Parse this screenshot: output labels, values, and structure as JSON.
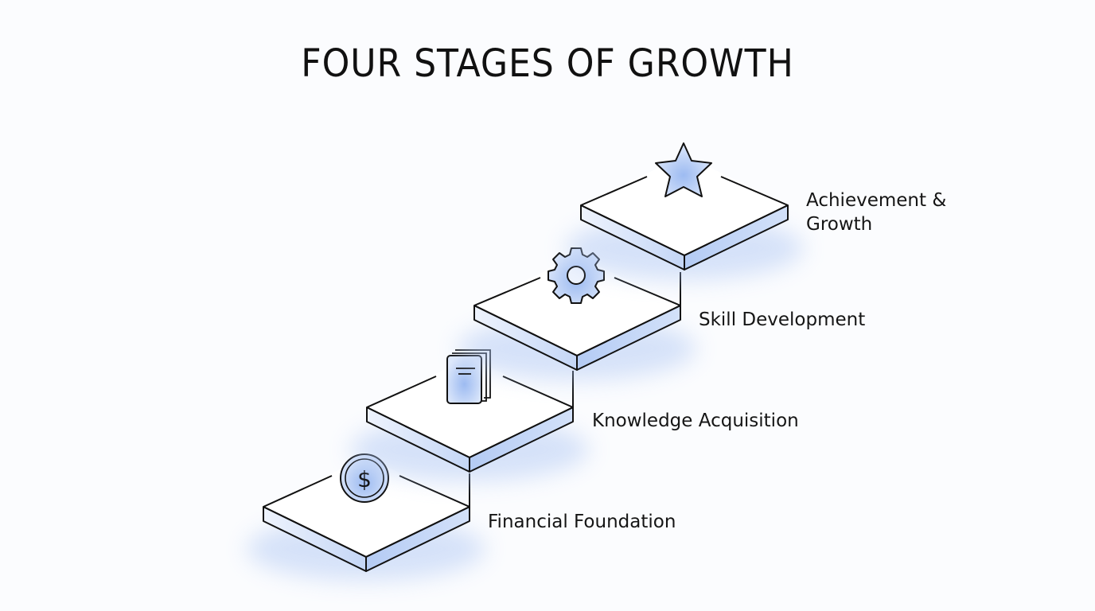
{
  "title": "FOUR STAGES OF GROWTH",
  "colors": {
    "background": "#fbfcfe",
    "stroke": "#111111",
    "side_fill": "#c9d9f7",
    "glow": "#7fa6ec",
    "icon_fill": "#b8cdf4"
  },
  "stages": [
    {
      "order": 1,
      "label": "Financial Foundation",
      "icon": "dollar-coin-icon"
    },
    {
      "order": 2,
      "label": "Knowledge Acquisition",
      "icon": "book-icon"
    },
    {
      "order": 3,
      "label": "Skill Development",
      "icon": "gear-icon"
    },
    {
      "order": 4,
      "label_line1": "Achievement &",
      "label_line2": "Growth",
      "label": "Achievement & Growth",
      "icon": "star-icon"
    }
  ]
}
